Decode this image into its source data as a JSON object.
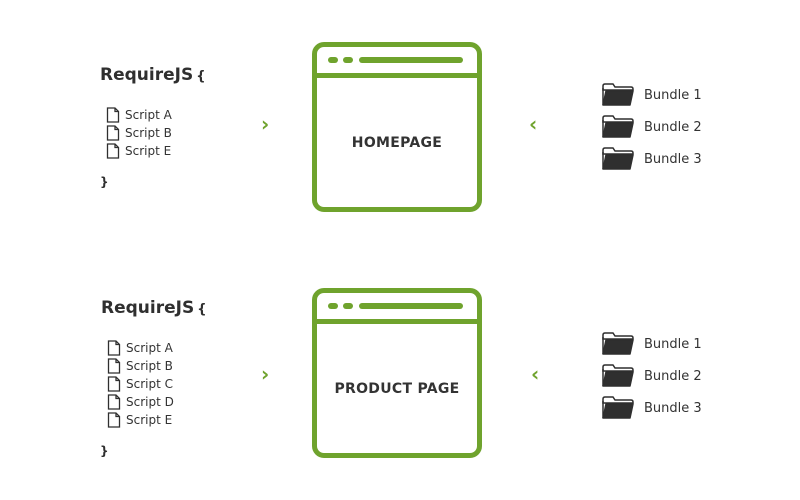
{
  "diagrams": [
    {
      "requirejs_label": "RequireJS",
      "open_brace": "{",
      "close_brace": "}",
      "scripts": [
        "Script A",
        "Script B",
        "Script E"
      ],
      "arrow_right": "›",
      "page_title": "HOMEPAGE",
      "arrow_left": "‹",
      "bundles": [
        "Bundle 1",
        "Bundle 2",
        "Bundle 3"
      ]
    },
    {
      "requirejs_label": "RequireJS",
      "open_brace": "{",
      "close_brace": "}",
      "scripts": [
        "Script A",
        "Script B",
        "Script C",
        "Script D",
        "Script E"
      ],
      "arrow_right": "›",
      "page_title": "PRODUCT PAGE",
      "arrow_left": "‹",
      "bundles": [
        "Bundle 1",
        "Bundle 2",
        "Bundle 3"
      ]
    }
  ],
  "colors": {
    "accent": "#6fa32d",
    "text": "#333333",
    "icon": "#2f2f2f"
  },
  "icons": {
    "script": "file-icon",
    "bundle": "folder-icon",
    "page": "browser-window-icon"
  }
}
